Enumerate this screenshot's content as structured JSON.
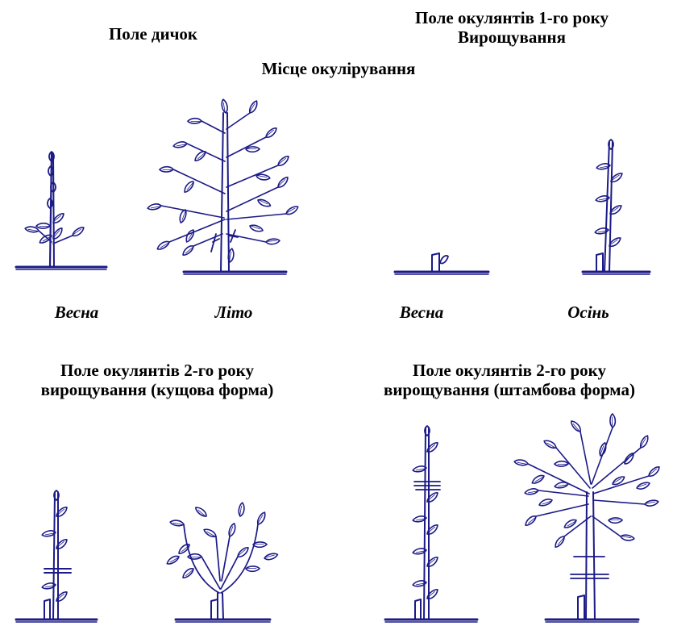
{
  "titles": {
    "seedling_field": "Поле дичок",
    "year1_line1": "Поле окулянтів 1-го року",
    "year1_line2": "Вирощування",
    "budding_place": "Місце окулірування",
    "year2_bush_line1": "Поле окулянтів 2-го року",
    "year2_bush_line2": "вирощування (кущова форма)",
    "year2_std_line1": "Поле окулянтів 2-го року",
    "year2_std_line2": "вирощування (штамбова форма)"
  },
  "captions": {
    "spring1": "Весна",
    "summer": "Літо",
    "spring2": "Весна",
    "autumn": "Осінь"
  },
  "colors": {
    "ink": "#1c1a86",
    "text": "#000000",
    "background": "#ffffff"
  }
}
